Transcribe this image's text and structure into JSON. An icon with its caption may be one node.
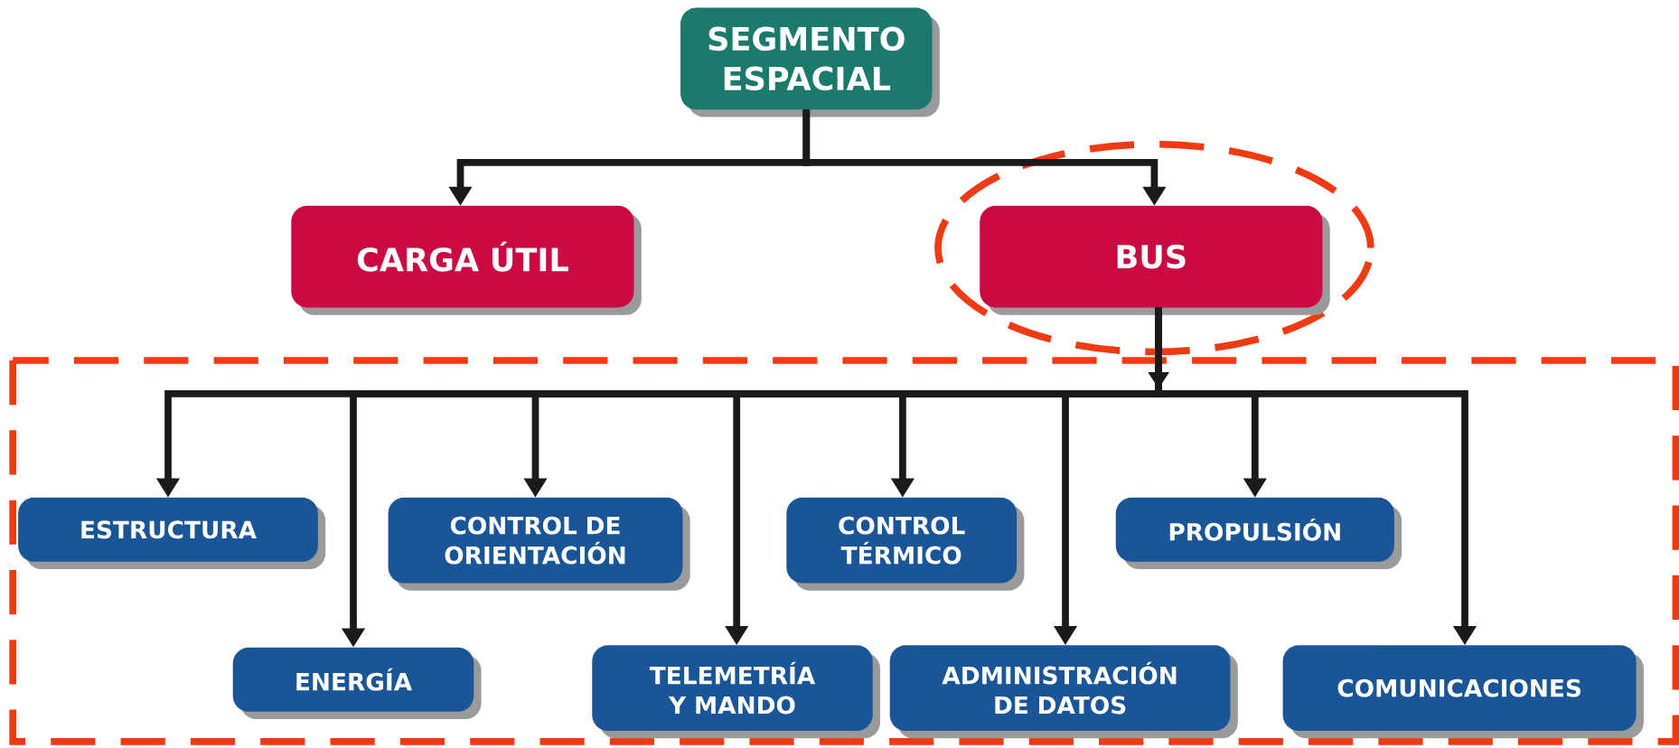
{
  "diagram": {
    "nodes": [
      {
        "text": [
          "SEGMENTO ESPACIAL"
        ]
      },
      {
        "text": [
          "CARGA ÚTIL"
        ]
      },
      {
        "text": [
          "BUS"
        ]
      },
      {
        "text": [
          "ESTRUCTURA"
        ]
      },
      {
        "text": [
          "ENERGÍA"
        ]
      },
      {
        "text": [
          "CONTROL DE ORIENTACIÓN"
        ]
      },
      {
        "text": [
          "TELEMETRÍA Y MANDO"
        ]
      },
      {
        "text": [
          "CONTROL TÉRMICO"
        ]
      },
      {
        "text": [
          "ADMINISTRACIÓN DE DATOS"
        ]
      },
      {
        "text": [
          "PROPULSIÓN"
        ]
      },
      {
        "text": [
          "COMUNICACIONES"
        ]
      }
    ],
    "edges": [
      {
        "from": 0,
        "to": 1,
        "arrow": "to"
      },
      {
        "from": 0,
        "to": 2,
        "arrow": "to"
      },
      {
        "from": 2,
        "to": 3,
        "arrow": "to"
      },
      {
        "from": 2,
        "to": 4,
        "arrow": "to"
      },
      {
        "from": 2,
        "to": 5,
        "arrow": "to"
      },
      {
        "from": 2,
        "to": 6,
        "arrow": "to"
      },
      {
        "from": 2,
        "to": 7,
        "arrow": "to"
      },
      {
        "from": 2,
        "to": 8,
        "arrow": "to"
      },
      {
        "from": 2,
        "to": 9,
        "arrow": "to"
      },
      {
        "from": 2,
        "to": 10,
        "arrow": "to"
      }
    ]
  }
}
